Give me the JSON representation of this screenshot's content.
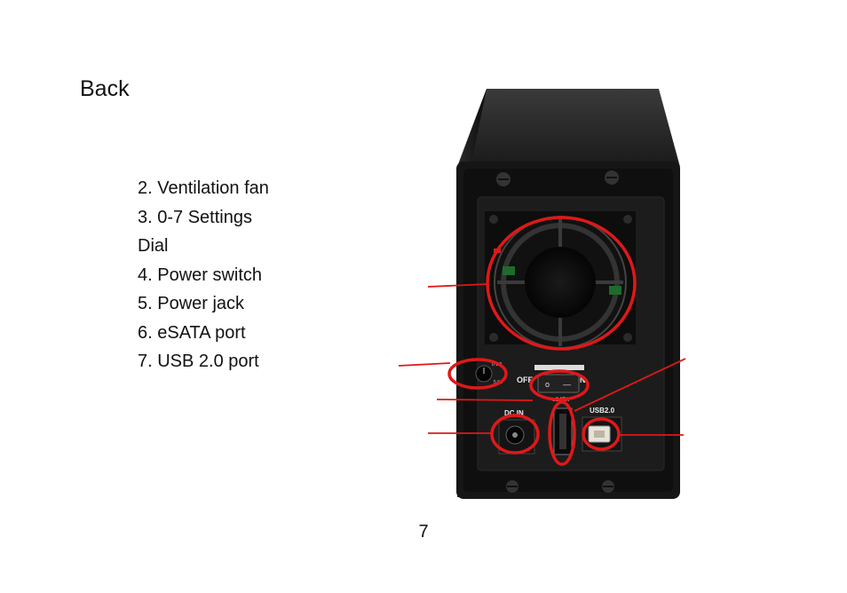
{
  "heading": "Back",
  "items": [
    "2. Ventilation fan",
    "3. 0-7 Settings",
    "Dial",
    "4. Power switch",
    "5. Power jack",
    "6. eSATA port",
    "7. USB 2.0 port"
  ],
  "device_labels": {
    "off": "OFF",
    "on": "ON",
    "dc_in": "DC  IN",
    "usb": "USB2.0",
    "esata": "eSATA"
  },
  "page_number": "7",
  "colors": {
    "callout": "#e01818",
    "enclosure": "#141414"
  }
}
